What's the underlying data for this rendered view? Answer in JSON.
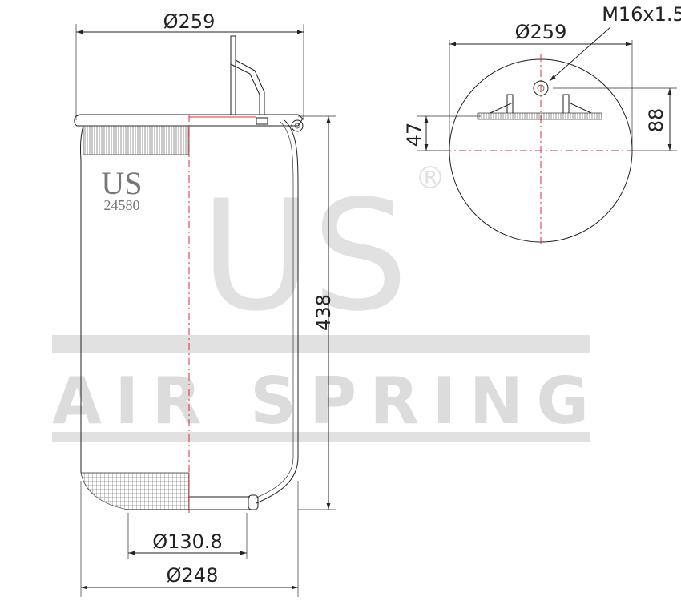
{
  "watermark": {
    "brand": "US",
    "product": "AIR SPRING",
    "registered_mark": "®"
  },
  "label": {
    "brand": "US",
    "part_number": "24580"
  },
  "side_view": {
    "top_diameter": "Ø259",
    "height": "438",
    "piston_diameter": "Ø130.8",
    "bottom_diameter": "Ø248"
  },
  "top_view": {
    "diameter": "Ø259",
    "thread": "M16x1.5",
    "offset_small": "47",
    "offset_large": "88"
  },
  "colors": {
    "centerline": "#e0283c",
    "outline": "#222222",
    "watermark": "#dcdcdc"
  }
}
